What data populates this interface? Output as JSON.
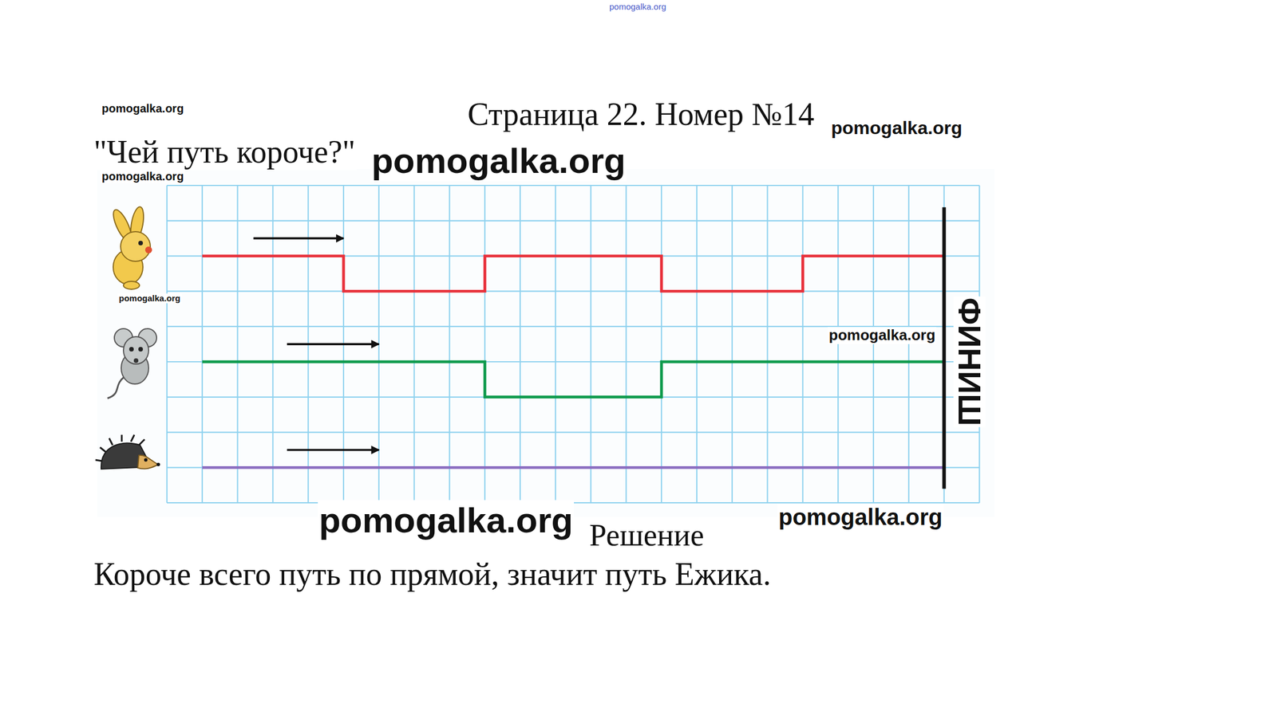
{
  "diagram": {
    "title": "Страница 22. Номер №14",
    "labels": [
      "pomogalka.org",
      "pomogalka.org",
      "pomogalka.org",
      "\"Чей путь короче?\"",
      "pomogalka.org",
      "pomogalka.org",
      "pomogalka.org",
      "pomogalka.org",
      "ФИНИШ",
      "pomogalka.org",
      "pomogalka.org",
      "Решение",
      "Короче всего путь по прямой, значит путь Ежика."
    ]
  }
}
